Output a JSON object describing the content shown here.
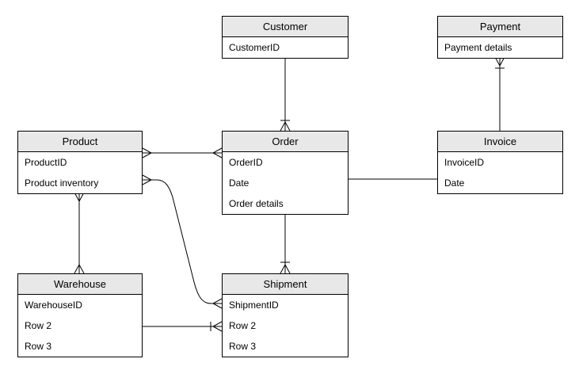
{
  "diagram": {
    "type": "entity-relationship",
    "background_color": "#ffffff",
    "entity_header_fill": "#e8e8e8",
    "entity_border_color": "#000000",
    "line_color": "#000000",
    "entities": [
      {
        "name": "Customer",
        "rows": [
          "CustomerID"
        ]
      },
      {
        "name": "Payment",
        "rows": [
          "Payment details"
        ]
      },
      {
        "name": "Product",
        "rows": [
          "ProductID",
          "Product inventory"
        ]
      },
      {
        "name": "Order",
        "rows": [
          "OrderID",
          "Date",
          "Order details"
        ]
      },
      {
        "name": "Invoice",
        "rows": [
          "InvoiceID",
          "Date"
        ]
      },
      {
        "name": "Warehouse",
        "rows": [
          "WarehouseID",
          "Row 2",
          "Row 3"
        ]
      },
      {
        "name": "Shipment",
        "rows": [
          "ShipmentID",
          "Row 2",
          "Row 3"
        ]
      }
    ],
    "relationships": [
      {
        "from": "Customer",
        "to": "Order",
        "from_marker": "none",
        "to_marker": "bar-crowfoot"
      },
      {
        "from": "Invoice",
        "to": "Payment",
        "from_marker": "none",
        "to_marker": "crowfoot-bar"
      },
      {
        "from": "Product",
        "to": "Order",
        "from_marker": "crowfoot",
        "to_marker": "crowfoot"
      },
      {
        "from": "Product",
        "to": "Shipment",
        "from_marker": "crowfoot",
        "to_marker": "crowfoot"
      },
      {
        "from": "Product",
        "to": "Warehouse",
        "from_marker": "crowfoot",
        "to_marker": "crowfoot"
      },
      {
        "from": "Order",
        "to": "Shipment",
        "from_marker": "none",
        "to_marker": "bar-crowfoot"
      },
      {
        "from": "Order",
        "to": "Invoice",
        "from_marker": "none",
        "to_marker": "none"
      },
      {
        "from": "Warehouse",
        "to": "Shipment",
        "from_marker": "none",
        "to_marker": "bar-crowfoot"
      }
    ]
  }
}
